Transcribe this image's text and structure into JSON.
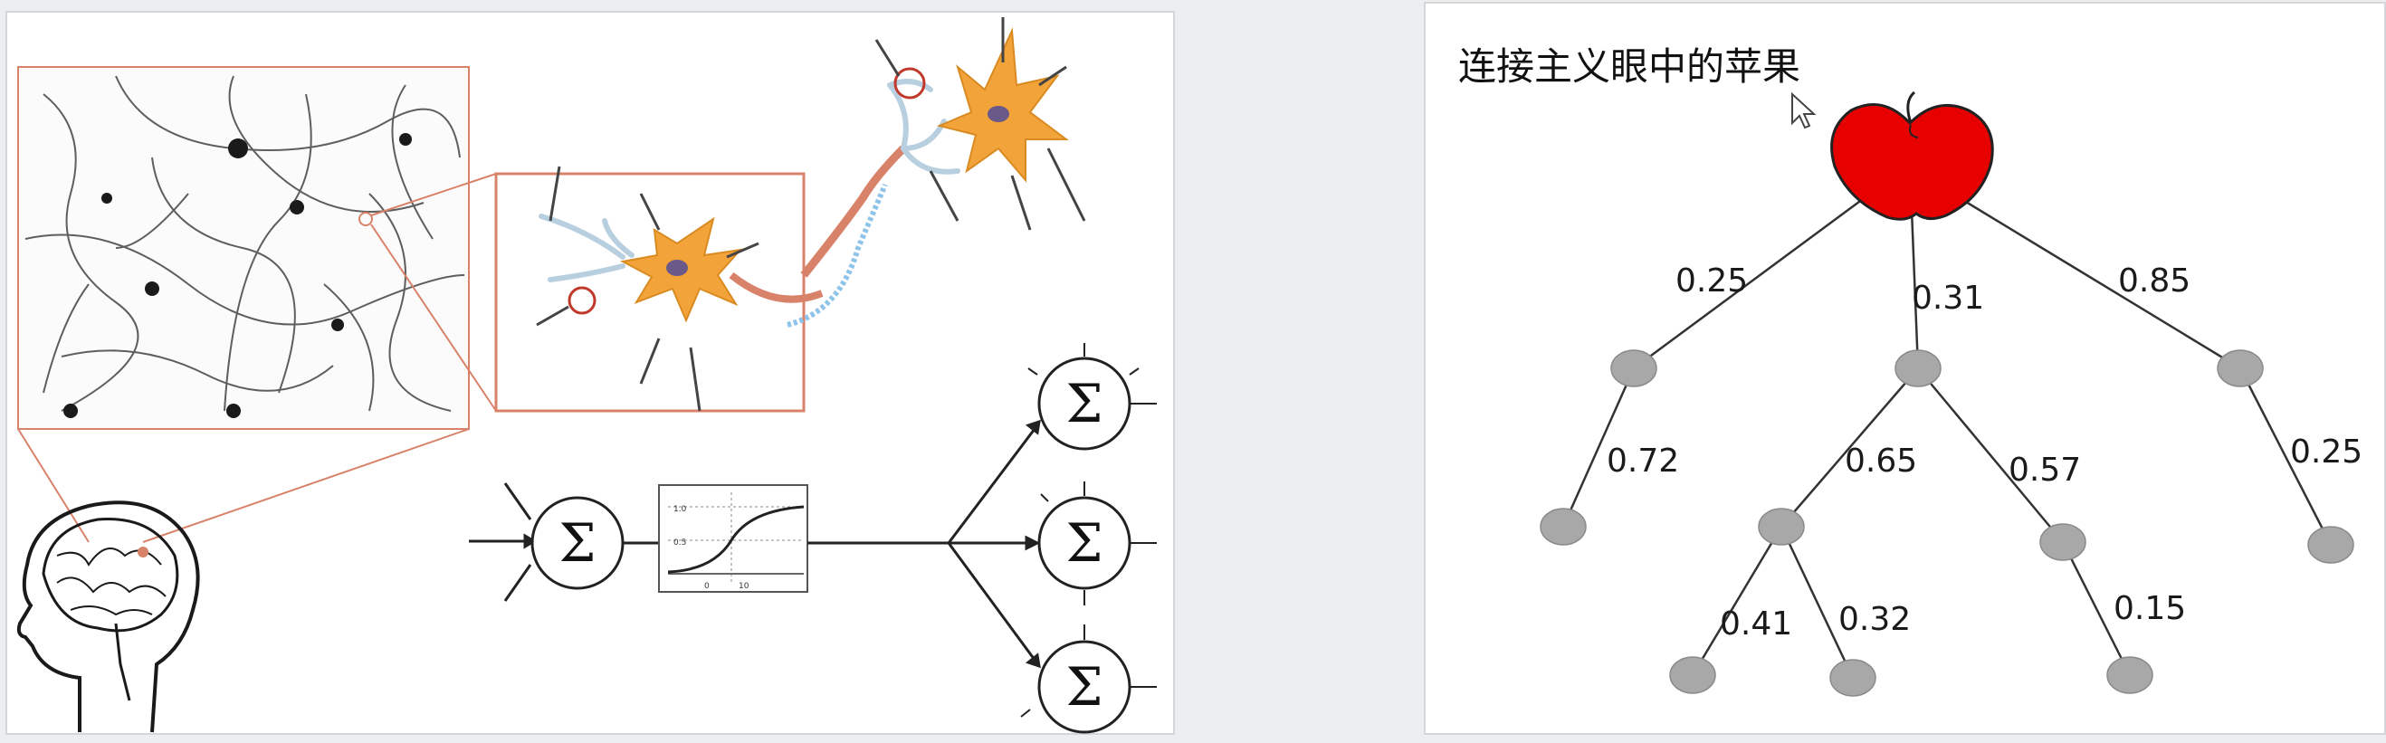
{
  "right_panel": {
    "title": "连接主义眼中的苹果",
    "edge_weights": {
      "apple_to_n1": "0.25",
      "apple_to_n2": "0.31",
      "apple_to_n3": "0.85",
      "n1_to_leaf1": "0.72",
      "n2_to_n21": "0.65",
      "n2_to_n22": "0.57",
      "n3_to_leaf3": "0.25",
      "n21_to_leafa": "0.41",
      "n21_to_leafb": "0.32",
      "n22_to_leafc": "0.15"
    }
  },
  "left_panel": {
    "summation_symbol": "Σ",
    "sigmoid_ticks": {
      "y_top": "1.0",
      "y_mid": "0.5",
      "x_left": "0",
      "x_right": "10"
    }
  },
  "colors": {
    "apple": "#e60000",
    "node": "#a8a8a8",
    "neuron": "#f2a33a",
    "frame": "#d9826a"
  },
  "icons": [
    "brain-head-icon",
    "neuron-icon",
    "sigma-unit-icon",
    "sigmoid-plot-icon",
    "apple-icon",
    "mouse-cursor-icon"
  ]
}
